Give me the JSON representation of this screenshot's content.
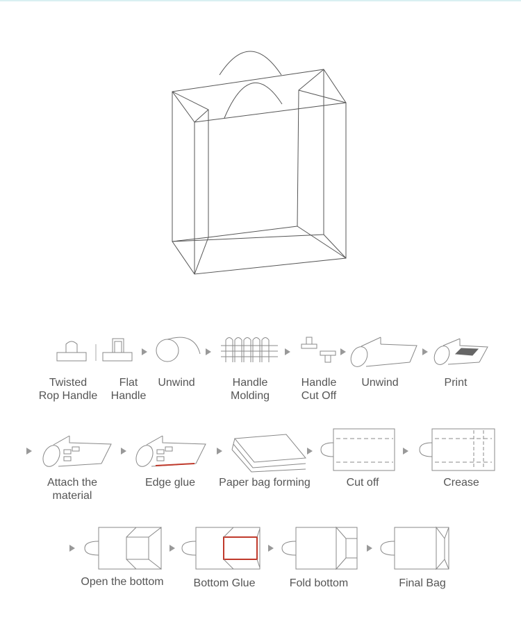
{
  "steps": [
    {
      "label_lines": [
        "Twisted",
        "Rop Handle"
      ]
    },
    {
      "label_lines": [
        "Flat",
        "Handle"
      ]
    },
    {
      "label_lines": [
        "Unwind"
      ]
    },
    {
      "label_lines": [
        "Handle",
        "Molding"
      ]
    },
    {
      "label_lines": [
        "Handle",
        "Cut Off"
      ]
    },
    {
      "label_lines": [
        "Unwind"
      ]
    },
    {
      "label_lines": [
        "Print"
      ]
    },
    {
      "label_lines": [
        "Attach the",
        "material"
      ]
    },
    {
      "label_lines": [
        "Edge glue"
      ]
    },
    {
      "label_lines": [
        "Paper bag forming"
      ]
    },
    {
      "label_lines": [
        "Cut off"
      ]
    },
    {
      "label_lines": [
        "Crease"
      ]
    },
    {
      "label_lines": [
        "Open the bottom"
      ]
    },
    {
      "label_lines": [
        "Bottom Glue"
      ]
    },
    {
      "label_lines": [
        "Fold bottom"
      ]
    },
    {
      "label_lines": [
        "Final Bag"
      ]
    }
  ],
  "colors": {
    "line": "#555555",
    "arrow": "#999999",
    "glue": "#c0392b"
  }
}
